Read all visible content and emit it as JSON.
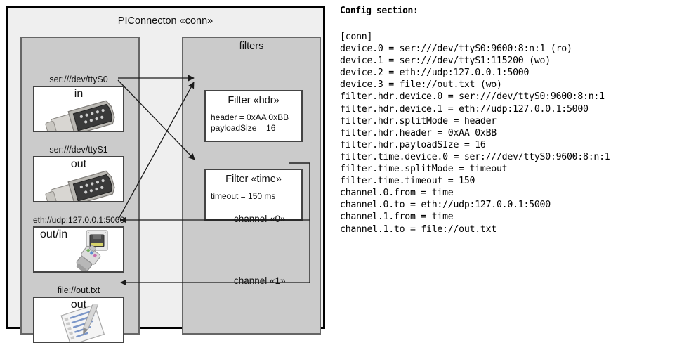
{
  "diagram": {
    "title": "PIConnecton «conn»",
    "groups": {
      "devices": {
        "title": ""
      },
      "filters": {
        "title": "filters"
      }
    },
    "devices": [
      {
        "label": "ser:///dev/ttyS0",
        "direction": "in",
        "icon": "serial-port-icon"
      },
      {
        "label": "ser:///dev/ttyS1",
        "direction": "out",
        "icon": "serial-port-icon"
      },
      {
        "label": "eth://udp:127.0.0.1:5000",
        "direction": "out/in",
        "icon": "ethernet-icon"
      },
      {
        "label": "file://out.txt",
        "direction": "out",
        "icon": "text-file-icon"
      }
    ],
    "filters": [
      {
        "title": "Filter «hdr»",
        "props": [
          "header = 0xAA 0xBB",
          "payloadSize = 16"
        ]
      },
      {
        "title": "Filter «time»",
        "props": [
          "timeout = 150 ms"
        ]
      }
    ],
    "channels": [
      {
        "label": "channel «0»"
      },
      {
        "label": "channel «1»"
      }
    ]
  },
  "config": {
    "heading": "Config section:",
    "lines": [
      "[conn]",
      "device.0 = ser:///dev/ttyS0:9600:8:n:1 (ro)",
      "device.1 = ser:///dev/ttyS1:115200 (wo)",
      "device.2 = eth://udp:127.0.0.1:5000",
      "device.3 = file://out.txt (wo)",
      "filter.hdr.device.0 = ser:///dev/ttyS0:9600:8:n:1",
      "filter.hdr.device.1 = eth://udp:127.0.0.1:5000",
      "filter.hdr.splitMode = header",
      "filter.hdr.header = 0xAA 0xBB",
      "filter.hdr.payloadSIze = 16",
      "filter.time.device.0 = ser:///dev/ttyS0:9600:8:n:1",
      "filter.time.splitMode = timeout",
      "filter.time.timeout = 150",
      "channel.0.from = time",
      "channel.0.to = eth://udp:127.0.0.1:5000",
      "channel.1.from = time",
      "channel.1.to = file://out.txt"
    ]
  },
  "colors": {
    "page_background": "#ffffff",
    "frame_background": "#efefef",
    "group_background": "#cbcbcb",
    "card_background": "#ffffff",
    "frame_border": "#000000",
    "group_border": "#666666",
    "card_border": "#444444",
    "text": "#111111"
  }
}
